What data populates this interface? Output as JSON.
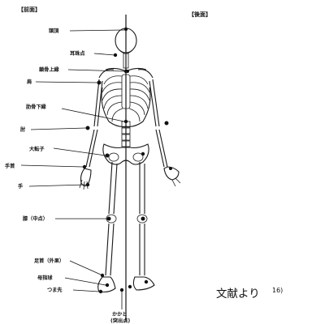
{
  "headers": {
    "front": "【前面】",
    "back": "【後面】"
  },
  "landmarks": [
    {
      "id": "vertex",
      "label": "頭頂"
    },
    {
      "id": "tragus",
      "label": "耳珠点"
    },
    {
      "id": "clavicle",
      "label": "鎖骨上縁"
    },
    {
      "id": "shoulder",
      "label": "肩"
    },
    {
      "id": "lower-rib",
      "label": "肋骨下縁"
    },
    {
      "id": "elbow",
      "label": "肘"
    },
    {
      "id": "greater-trochanter",
      "label": "大転子"
    },
    {
      "id": "wrist",
      "label": "手首"
    },
    {
      "id": "hand",
      "label": "手"
    },
    {
      "id": "knee",
      "label": "膝（中点）"
    },
    {
      "id": "ankle",
      "label": "足首（外果）"
    },
    {
      "id": "metatarsal",
      "label": "母指球"
    },
    {
      "id": "toe",
      "label": "つま先"
    },
    {
      "id": "heel-line1",
      "label": "かかと"
    },
    {
      "id": "heel-line2",
      "label": "(突出点)"
    }
  ],
  "citation": {
    "text": "文献より",
    "ref": "16)"
  }
}
